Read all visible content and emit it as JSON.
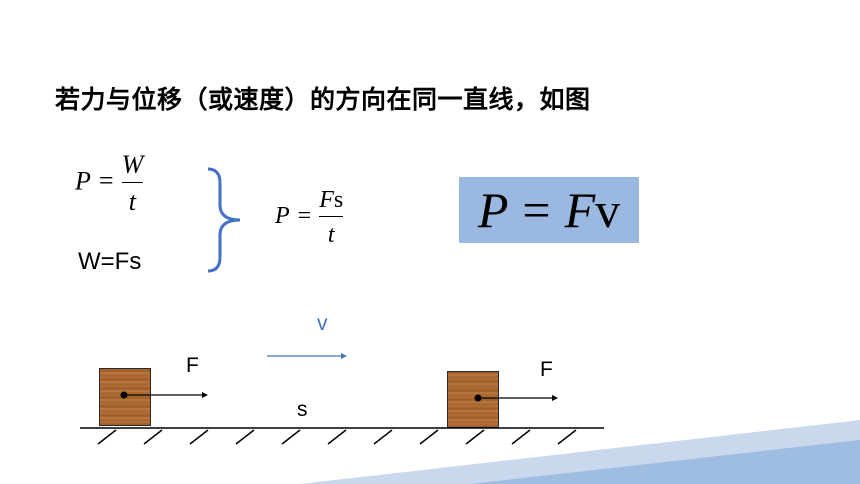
{
  "heading": "若力与位移（或速度）的方向在同一直线，如图",
  "formula1": {
    "lhs": "P",
    "eq": "=",
    "num": "W",
    "den": "t"
  },
  "work_formula": "W=Fs",
  "formula2": {
    "lhs": "P",
    "eq": "=",
    "num_var": "F",
    "num_rest": "s",
    "den": "t"
  },
  "result": {
    "p": "P",
    "eq": "=",
    "f": "F",
    "v": "v",
    "bg_color": "#9bb9e0"
  },
  "diagram": {
    "velocity_label": "v",
    "force_label_left": "F",
    "force_label_right": "F",
    "distance_label": "s",
    "accent_color": "#4472c4"
  }
}
